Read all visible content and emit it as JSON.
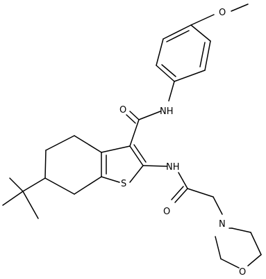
{
  "colors": {
    "bond": "#000000",
    "background": "#ffffff"
  },
  "atom_labels": {
    "methoxy_o": "O",
    "amide_o": "O",
    "amide_nh": "NH",
    "amine_nh": "NH",
    "thiophene_s": "S",
    "acetyl_o": "O",
    "morpholine_n": "N",
    "morpholine_o": "O"
  }
}
